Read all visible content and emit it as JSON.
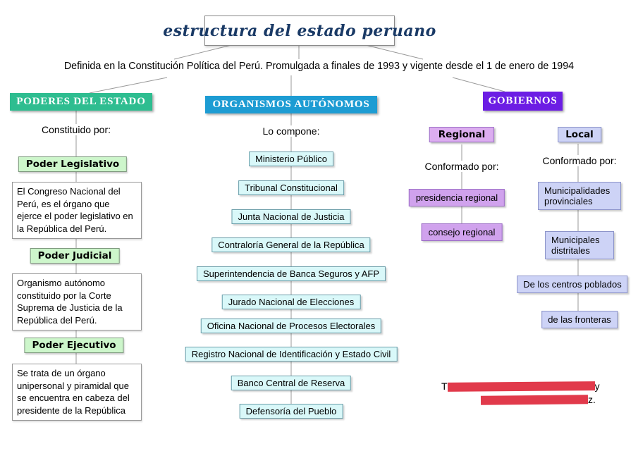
{
  "title": "estructura del estado peruano",
  "subtitle": "Definida en la Constitución Política del Perú. Promulgada a finales de 1993 y vigente desde el 1 de enero de 1994",
  "colors": {
    "poderes_header_bg": "#2ebd90",
    "organismos_header_bg": "#1d9cd3",
    "gobiernos_header_bg": "#6c1de4",
    "green_label_bg": "#cdf6cb",
    "cyan_box_bg": "#d9f8f9",
    "purple_box_bg": "#d0a2ed",
    "lavender_box_bg": "#cdd3f6",
    "title_text": "#1a3a66",
    "redaction_bar": "#e13a4b",
    "connector_line": "#999999"
  },
  "poderes": {
    "header": "PODERES DEL ESTADO",
    "intro": "Constituido por:",
    "items": [
      {
        "label": "Poder Legislativo",
        "desc": "El Congreso Nacional del Perú, es el órgano que ejerce el poder legislativo en la República del Perú."
      },
      {
        "label": "Poder Judicial",
        "desc": "Organismo autónomo constituido por la Corte Suprema de Justicia de la República del Perú."
      },
      {
        "label": "Poder Ejecutivo",
        "desc": "Se trata de un órgano unipersonal y piramidal que se encuentra en cabeza del presidente de la República"
      }
    ]
  },
  "organismos": {
    "header": "ORGANISMOS AUTÓNOMOS",
    "intro": "Lo compone:",
    "items": [
      "Ministerio Público",
      "Tribunal Constitucional",
      "Junta Nacional de Justicia",
      "Contraloría General de la República",
      "Superintendencia de Banca Seguros y AFP",
      "Jurado Nacional de Elecciones",
      "Oficina Nacional de Procesos Electorales",
      "Registro Nacional de Identificación y Estado Civil",
      "Banco Central de Reserva",
      "Defensoría del Pueblo"
    ]
  },
  "gobiernos": {
    "header": "GOBIERNOS",
    "regional": {
      "label": "Regional",
      "intro": "Conformado por:",
      "items": [
        "presidencia regional",
        "consejo regional"
      ]
    },
    "local": {
      "label": "Local",
      "intro": "Conformado por:",
      "items": [
        "Municipalidades provinciales",
        "Municipales distritales",
        "De los centros poblados",
        "de las fronteras"
      ]
    }
  },
  "credits": {
    "line1_visible_start": "T",
    "line1_visible_end": "y",
    "line2_visible_end": "z."
  }
}
